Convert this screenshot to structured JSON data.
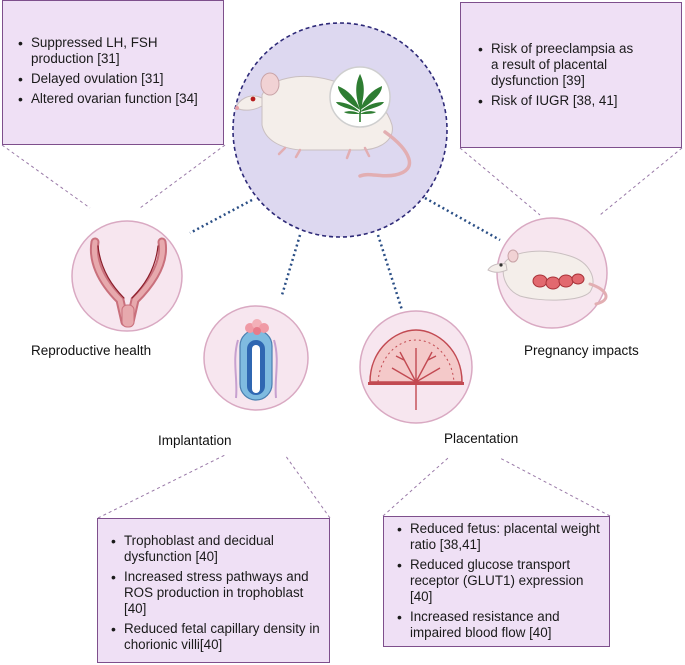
{
  "colors": {
    "box_fill": "#efe0f5",
    "box_border": "#7e4f8c",
    "center_circle": "#ddd8f0",
    "center_border": "#2e2a78",
    "organ_circle": "#f7e6ef",
    "organ_border": "#d9a9c2",
    "connector": "#2b4f86",
    "leaf": "#2e7d32"
  },
  "boxes": {
    "reproductive": [
      "Suppressed LH, FSH production [31]",
      "Delayed ovulation [31]",
      "Altered ovarian function [34]"
    ],
    "pregnancy": [
      "Risk of preeclampsia as a result of placental dysfunction [39]",
      "Risk of IUGR [38, 41]"
    ],
    "implantation": [
      "Trophoblast and decidual dysfunction [40]",
      "Increased stress pathways and ROS production in trophoblast [40]",
      "Reduced fetal capillary density in chorionic villi[40]"
    ],
    "placentation": [
      "Reduced fetus: placental weight ratio [38,41]",
      "Reduced glucose transport receptor (GLUT1) expression [40]",
      "Increased resistance and impaired blood flow [40]"
    ]
  },
  "labels": {
    "reproductive": "Reproductive health",
    "pregnancy": "Pregnancy impacts",
    "implantation": "Implantation",
    "placentation": "Placentation"
  },
  "icons": {
    "center": "rat-with-cannabis-leaf-icon",
    "reproductive": "uterus-icon",
    "implantation": "embryo-implantation-icon",
    "placentation": "placenta-icon",
    "pregnancy": "pregnant-rat-icon"
  }
}
